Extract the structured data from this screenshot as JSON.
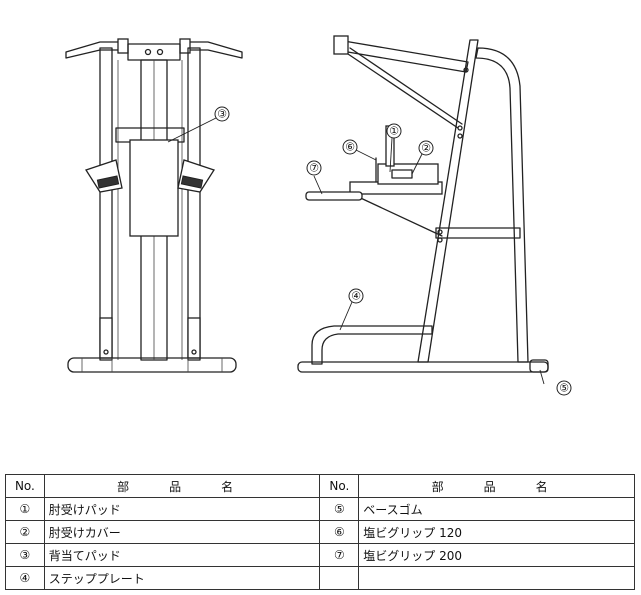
{
  "callouts": [
    "①",
    "②",
    "③",
    "④",
    "⑤",
    "⑥",
    "⑦"
  ],
  "table": {
    "headers": {
      "no": "No.",
      "name": "部　品　名"
    },
    "rows": [
      {
        "left_no": "①",
        "left_name": "肘受けパッド",
        "right_no": "⑤",
        "right_name": "ベースゴム"
      },
      {
        "left_no": "②",
        "left_name": "肘受けカバー",
        "right_no": "⑥",
        "right_name": "塩ビグリップ 120"
      },
      {
        "left_no": "③",
        "left_name": "背当てパッド",
        "right_no": "⑦",
        "right_name": "塩ビグリップ 200"
      },
      {
        "left_no": "④",
        "left_name": "ステッププレート",
        "right_no": "",
        "right_name": ""
      }
    ]
  }
}
